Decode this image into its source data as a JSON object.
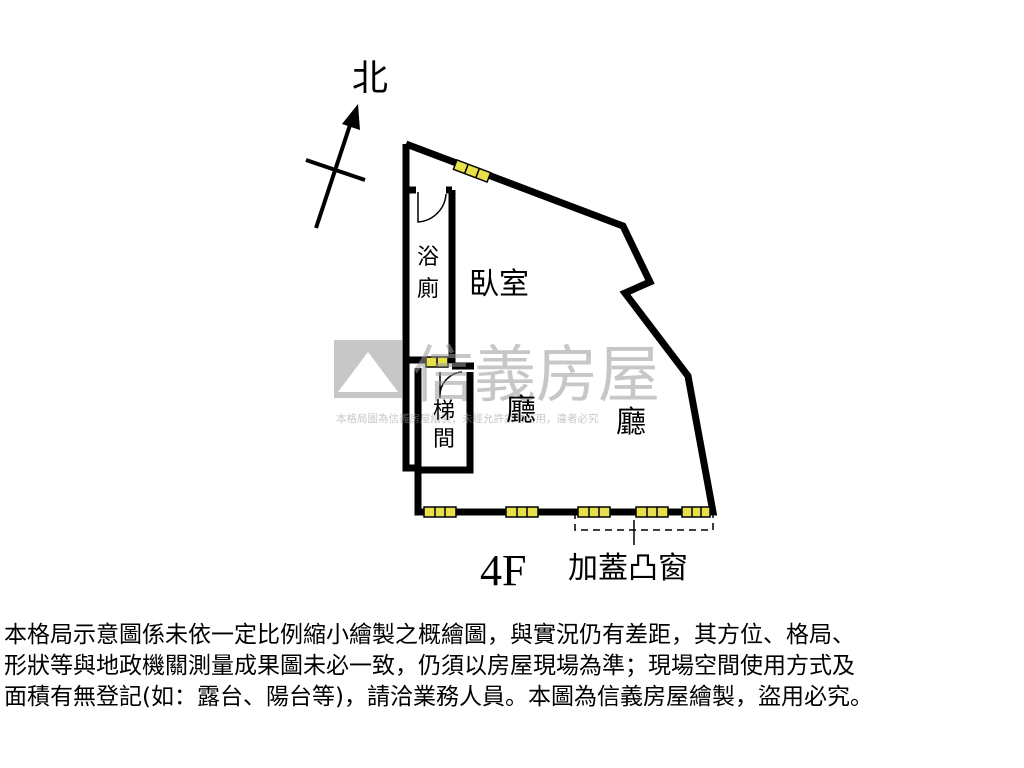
{
  "compass": {
    "label": "北"
  },
  "rooms": {
    "bathroom": {
      "line1": "浴",
      "line2": "廁"
    },
    "bedroom": "臥室",
    "stairwell": {
      "line1": "梯",
      "line2": "間"
    },
    "living_left": "廳",
    "living_right": "廳"
  },
  "floor_label": "4F",
  "bay_window_label": "加蓋凸窗",
  "watermark": {
    "brand": "信義房屋",
    "notice": "本格局圖為信義房屋繪製，未經允許請勿盜用，違者必究"
  },
  "disclaimer": {
    "line1": "本格局示意圖係未依一定比例縮小繪製之概繪圖，與實況仍有差距，其方位、格局、",
    "line2": "形狀等與地政機關測量成果圖未必一致，仍須以房屋現場為準；現場空間使用方式及",
    "line3": "面積有無登記(如：露台、陽台等)，請洽業務人員。本圖為信義房屋繪製，盜用必究。"
  },
  "colors": {
    "wall": "#000000",
    "window": "#e8e04a",
    "watermark": "#9a9a9a"
  }
}
